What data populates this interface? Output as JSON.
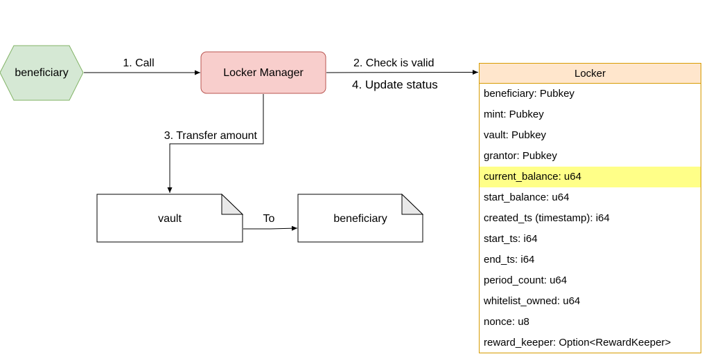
{
  "nodes": {
    "beneficiary_actor": "beneficiary",
    "locker_manager": "Locker Manager",
    "vault": "vault",
    "beneficiary_account": "beneficiary"
  },
  "edges": {
    "call": "1. Call",
    "check_valid": "2. Check is valid",
    "update_status": "4. Update status",
    "transfer": "3. Transfer amount",
    "to": "To"
  },
  "locker": {
    "title": "Locker",
    "fields": [
      "beneficiary: Pubkey",
      "mint: Pubkey",
      "vault: Pubkey",
      "grantor: Pubkey",
      "current_balance: u64",
      "start_balance: u64",
      "created_ts (timestamp): i64",
      "start_ts: i64",
      "end_ts: i64",
      "period_count: u64",
      "whitelist_owned: u64",
      "nonce: u8",
      "reward_keeper: Option<RewardKeeper>"
    ],
    "highlighted_field": "current_balance: u64"
  },
  "colors": {
    "actor_fill": "#d5e8d4",
    "actor_stroke": "#82b366",
    "manager_fill": "#f8cecc",
    "manager_stroke": "#b85450",
    "locker_header_fill": "#ffe6cc",
    "locker_stroke": "#d79b00",
    "highlight_fill": "#ffff88"
  }
}
